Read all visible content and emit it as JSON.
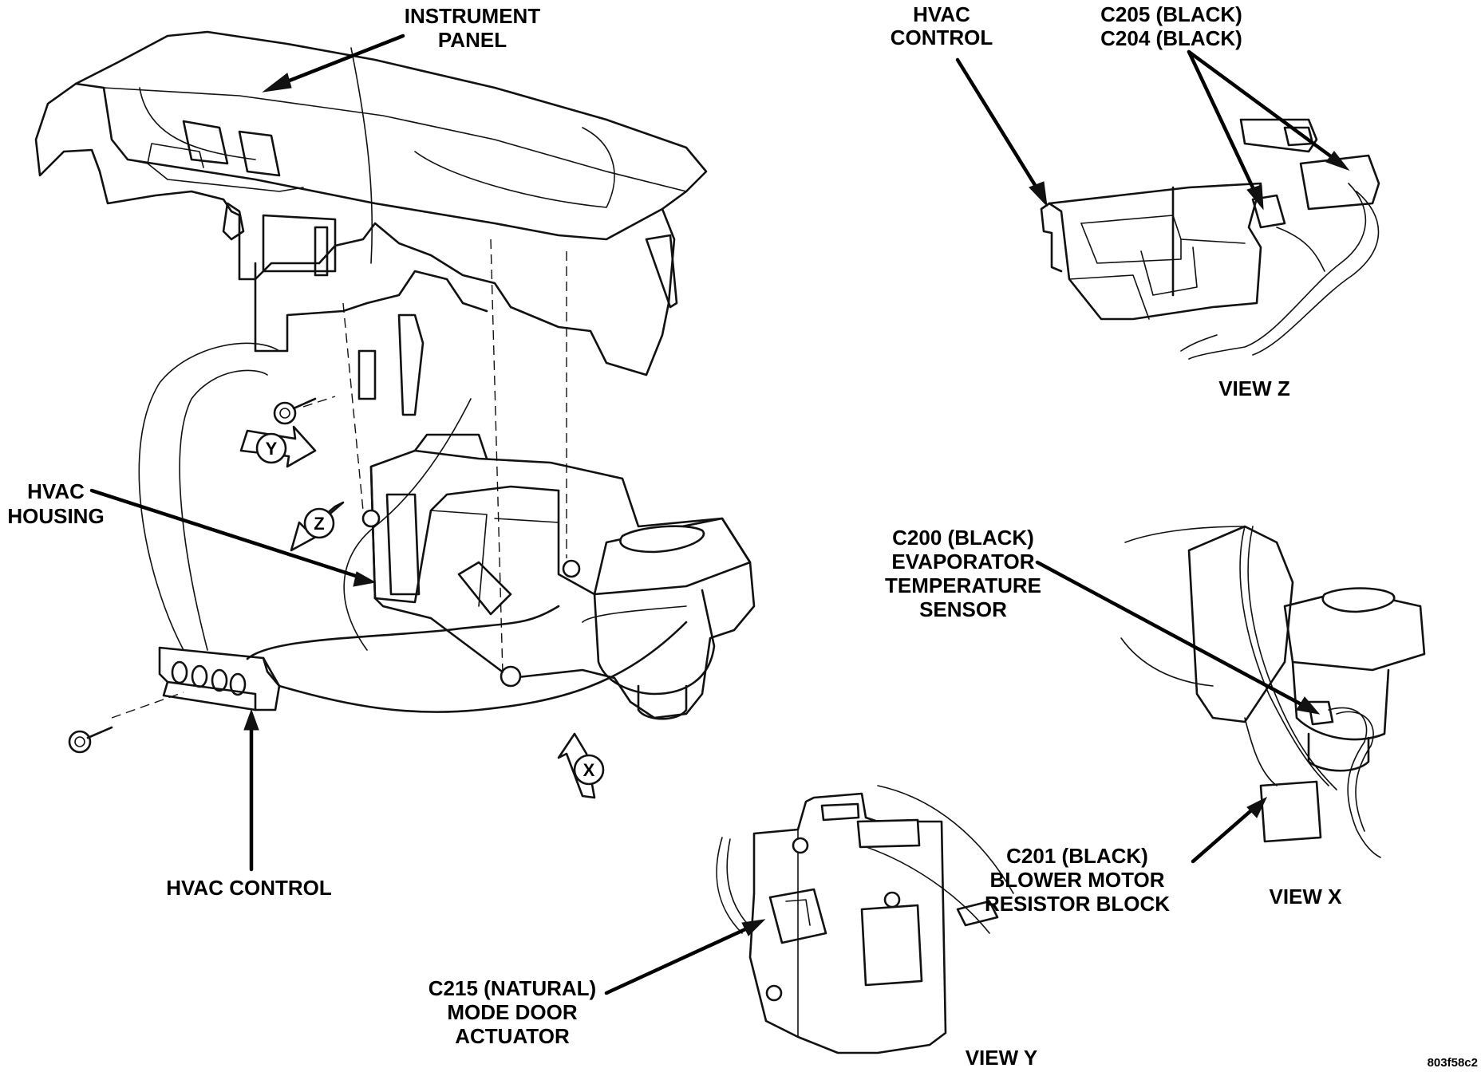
{
  "labels": {
    "instrument_panel": [
      "INSTRUMENT",
      "PANEL"
    ],
    "hvac_control_top": [
      "HVAC",
      "CONTROL"
    ],
    "c205_c204": [
      "C205 (BLACK)",
      "C204 (BLACK)"
    ],
    "hvac_housing": [
      "HVAC",
      "HOUSING"
    ],
    "c200": [
      "C200 (BLACK)",
      "EVAPORATOR",
      "TEMPERATURE",
      "SENSOR"
    ],
    "hvac_control_bottom": "HVAC CONTROL",
    "c201": [
      "C201 (BLACK)",
      "BLOWER MOTOR",
      "RESISTOR BLOCK"
    ],
    "c215": [
      "C215 (NATURAL)",
      "MODE DOOR",
      "ACTUATOR"
    ]
  },
  "views": {
    "z": "VIEW Z",
    "x": "VIEW X",
    "y": "VIEW Y"
  },
  "view_markers": [
    "Y",
    "Z",
    "X"
  ],
  "figure_id": "803f58c2"
}
